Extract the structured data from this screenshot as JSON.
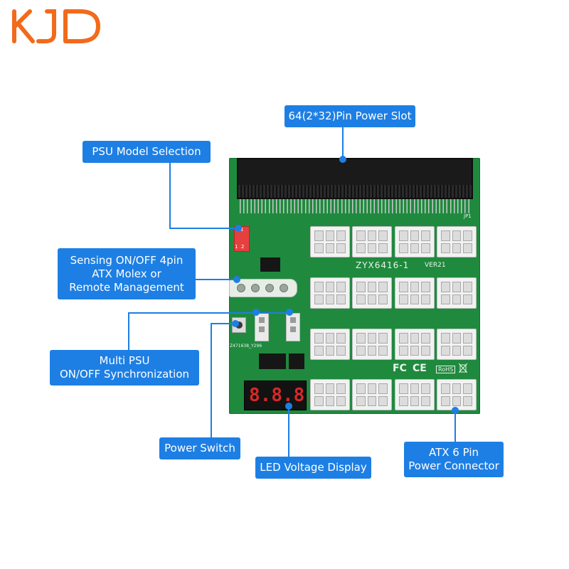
{
  "brand": {
    "logo_text": "KJD"
  },
  "board": {
    "model": "ZYX6416-1",
    "version": "VER21",
    "part": "Z471638_Y296",
    "jp_label": "JP1",
    "dip_on": "ON",
    "dip_nums": "1  2",
    "cert_fc": "FC",
    "cert_ce": "CE",
    "cert_rohs": "RoHS",
    "display_digits": [
      "8.",
      "8.",
      "8."
    ]
  },
  "callouts": {
    "power_slot": [
      "64(2*32)Pin Power Slot"
    ],
    "psu_model": [
      "PSU  Model  Selection"
    ],
    "sensing": [
      "Sensing ON/OFF 4pin",
      "ATX Molex or",
      "Remote Management"
    ],
    "multi_psu": [
      "Multi PSU",
      "ON/OFF Synchronization"
    ],
    "power_switch": [
      "Power Switch"
    ],
    "led_display": [
      "LED Voltage Display"
    ],
    "atx_connector": [
      "ATX 6 Pin",
      "Power Connector"
    ]
  },
  "colors": {
    "accent": "#1d7fe4",
    "logo_orange": "#f26a1b",
    "pcb": "#1f8a3e"
  }
}
